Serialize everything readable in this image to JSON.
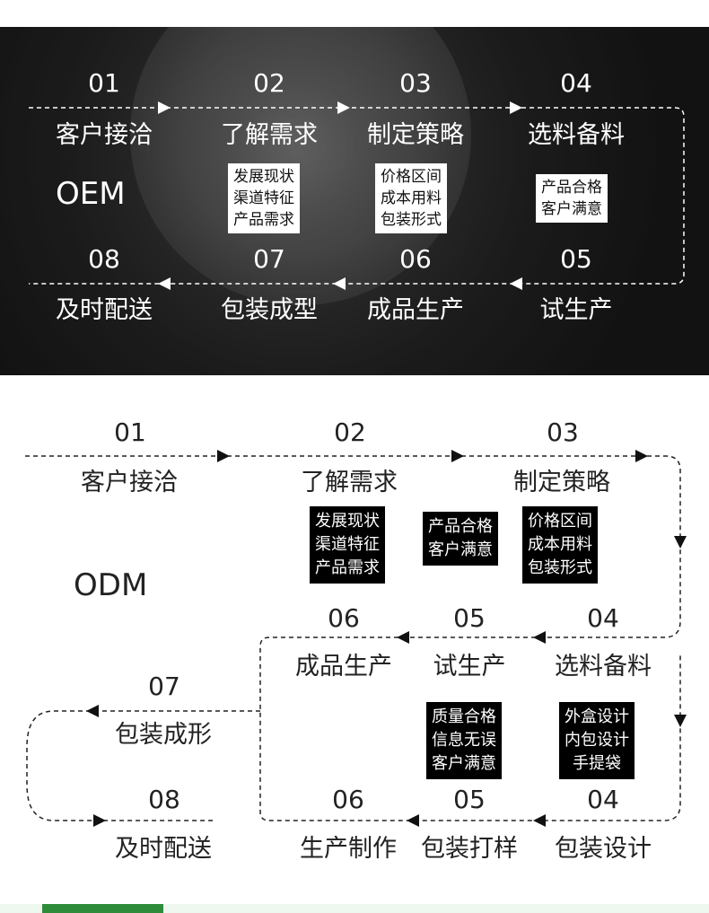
{
  "oem": {
    "title": "OEM",
    "steps": [
      {
        "num": "01",
        "label": "客户接洽"
      },
      {
        "num": "02",
        "label": "了解需求"
      },
      {
        "num": "03",
        "label": "制定策略"
      },
      {
        "num": "04",
        "label": "选料备料"
      },
      {
        "num": "05",
        "label": "试生产"
      },
      {
        "num": "06",
        "label": "成品生产"
      },
      {
        "num": "07",
        "label": "包装成型"
      },
      {
        "num": "08",
        "label": "及时配送"
      }
    ],
    "notes": [
      [
        "发展现状",
        "渠道特征",
        "产品需求"
      ],
      [
        "价格区间",
        "成本用料",
        "包装形式"
      ],
      [
        "产品合格",
        "客户满意"
      ]
    ]
  },
  "odm": {
    "title": "ODM",
    "steps": [
      {
        "num": "01",
        "label": "客户接洽"
      },
      {
        "num": "02",
        "label": "了解需求"
      },
      {
        "num": "03",
        "label": "制定策略"
      },
      {
        "num": "04",
        "label": "选料备料"
      },
      {
        "num": "05",
        "label": "试生产"
      },
      {
        "num": "06",
        "label": "成品生产"
      },
      {
        "num": "07",
        "label": "包装成形"
      },
      {
        "num": "08",
        "label": "及时配送"
      },
      {
        "num": "04",
        "label": "包装设计"
      },
      {
        "num": "05",
        "label": "包装打样"
      },
      {
        "num": "06",
        "label": "生产制作"
      }
    ],
    "notes": [
      [
        "发展现状",
        "渠道特征",
        "产品需求"
      ],
      [
        "产品合格",
        "客户满意"
      ],
      [
        "价格区间",
        "成本用料",
        "包装形式"
      ],
      [
        "质量合格",
        "信息无误",
        "客户满意"
      ],
      [
        "外盒设计",
        "内包设计",
        "手提袋"
      ]
    ]
  },
  "colors": {
    "accent": "#2e8b3a",
    "dark": "#222222",
    "light": "#ffffff"
  }
}
